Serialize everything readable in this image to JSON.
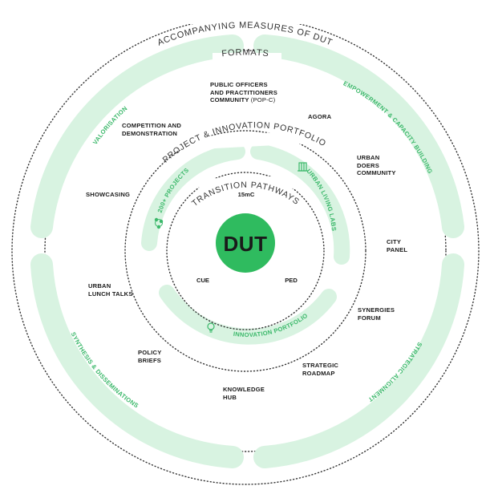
{
  "colors": {
    "band": "#d8f3e1",
    "accent": "#3bb86a",
    "logo_circle": "#2fbb5f",
    "text": "#1a1a1a",
    "dotted_ring": "#333333"
  },
  "rings": {
    "outer_title": "ACCOMPANYING MEASURES OF DUT",
    "formats_title": "FORMATS",
    "portfolio_title": "PROJECT & INNOVATION PORTFOLIO",
    "pathways_title": "TRANSITION PATHWAYS"
  },
  "accompanying_measures": [
    {
      "label": "VALORISATION",
      "icon": "none"
    },
    {
      "label": "EMPOWERMENT & CAPACITY BUILDING",
      "icon": "none"
    },
    {
      "label": "STRATEGIC ALIGNMENT",
      "icon": "none"
    },
    {
      "label": "SYNTHESIS & DISSEMINATIONS",
      "icon": "none"
    }
  ],
  "formats": [
    {
      "id": "popc",
      "text": "PUBLIC OFFICERS\nAND PRACTITIONERS\nCOMMUNITY ",
      "suffix": "(POP-C)"
    },
    {
      "id": "agora",
      "text": "AGORA"
    },
    {
      "id": "competition",
      "text": "COMPETITION AND\nDEMONSTRATION"
    },
    {
      "id": "urban-doers",
      "text": "URBAN\nDOERS\nCOMMUNITY"
    },
    {
      "id": "showcasing",
      "text": "SHOWCASING"
    },
    {
      "id": "city-panel",
      "text": "CITY\nPANEL"
    },
    {
      "id": "lunch-talks",
      "text": "URBAN\nLUNCH TALKS"
    },
    {
      "id": "synergies",
      "text": "SYNERGIES\nFORUM"
    },
    {
      "id": "policy-briefs",
      "text": "POLICY\nBRIEFS"
    },
    {
      "id": "roadmap",
      "text": "STRATEGIC\nROADMAP"
    },
    {
      "id": "knowledge-hub",
      "text": "KNOWLEDGE\nHUB"
    }
  ],
  "portfolio": [
    {
      "label": "200+ PROJECTS",
      "icon": "people-group-icon"
    },
    {
      "label": "URBAN LIVING LABS",
      "icon": "building-icon"
    },
    {
      "label": "INNOVATION PORTFOLIO",
      "icon": "lightbulb-icon"
    }
  ],
  "pathways": {
    "top": "15mC",
    "left": "CUE",
    "right": "PED"
  },
  "logo": "DUT"
}
